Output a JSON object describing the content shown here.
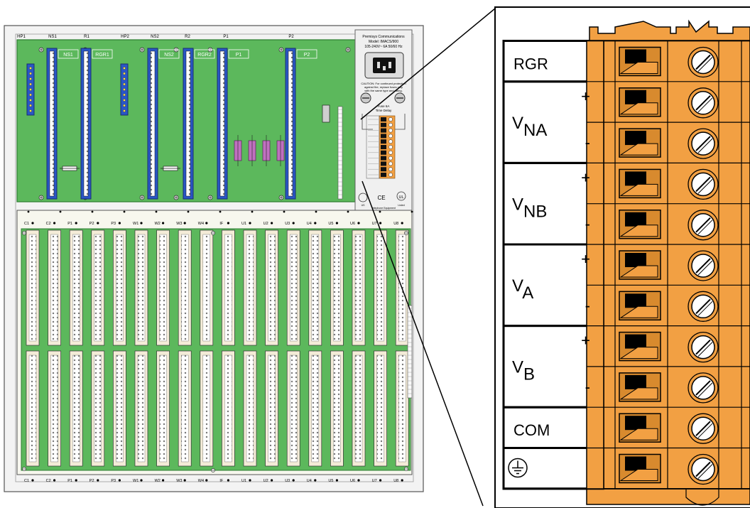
{
  "chassis": {
    "top_slots": [
      "HP1",
      "NS1",
      "R1",
      "HP2",
      "NS2",
      "R2",
      "P1",
      "P2"
    ],
    "card_tags": [
      "NS1",
      "RGR1",
      "NS2",
      "RGR2",
      "P1",
      "P2"
    ],
    "bottom_slots": [
      "C1",
      "C2",
      "P1",
      "P2",
      "P3",
      "W1",
      "W2",
      "W3",
      "W4",
      "IF",
      "U1",
      "U2",
      "U3",
      "U4",
      "U5",
      "U6",
      "U7",
      "U8"
    ],
    "label_plate": {
      "lines": [
        "Premisys Communications",
        "Model: IMACS/900",
        "105-240V~ 6A 50/60 Hz"
      ],
      "caution": [
        "CAUTION: For continued protection",
        "against fire, replace fuses only",
        "with the same type and rating."
      ],
      "fuse": [
        "Fuse 6A",
        "Time Delay"
      ]
    },
    "cert_marks": {
      "ce": "CE",
      "ul": "UL",
      "text_left": "US",
      "text_right": "Listed",
      "footer": "Telephone Equipment"
    }
  },
  "terminal_block": {
    "rows": [
      {
        "main": "RGR",
        "sub": "",
        "sign": ""
      },
      {
        "main": "V",
        "sub": "NA",
        "sign": "+"
      },
      {
        "main": "",
        "sub": "",
        "sign": "-"
      },
      {
        "main": "V",
        "sub": "NB",
        "sign": "+"
      },
      {
        "main": "",
        "sub": "",
        "sign": "-"
      },
      {
        "main": "V",
        "sub": "A",
        "sign": "+"
      },
      {
        "main": "",
        "sub": "",
        "sign": "-"
      },
      {
        "main": "V",
        "sub": "B",
        "sign": "+"
      },
      {
        "main": "",
        "sub": "",
        "sign": "-"
      },
      {
        "main": "COM",
        "sub": "",
        "sign": ""
      },
      {
        "main": "",
        "sub": "",
        "sign": "",
        "icon": "ground-icon"
      }
    ]
  },
  "colors": {
    "board": "#5cb85c",
    "board_border": "#2e7d32",
    "connector": "#2a56c6",
    "connector_dark": "#1a2f6e",
    "terminal": "#f2a043",
    "terminal_dark": "#d88a2e",
    "frame": "#f3f3f3",
    "backplane": "#f7f7ee"
  }
}
